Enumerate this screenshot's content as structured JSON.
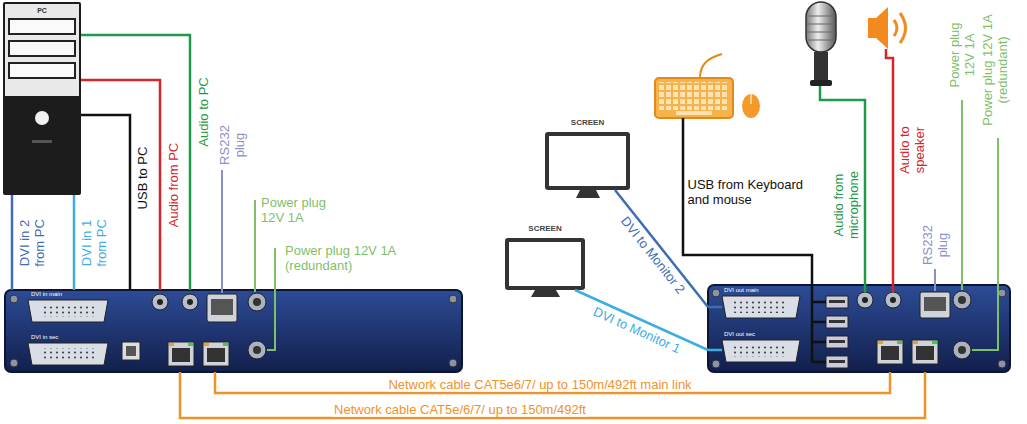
{
  "diagram": {
    "nodes": [
      {
        "text": [
          "PC"
        ]
      },
      {
        "text": [
          "SCREEN"
        ]
      },
      {
        "text": [
          "SCREEN"
        ]
      },
      {
        "text": [
          "DVI in main",
          "DVI in sec"
        ]
      },
      {
        "text": [
          "DVI out main",
          "DVI out sec"
        ]
      }
    ],
    "edges": [
      {
        "from": 0,
        "to": 3,
        "arrow": "none",
        "label": "DVI in 2 from PC"
      },
      {
        "from": 0,
        "to": 3,
        "arrow": "none",
        "label": "DVI in 1 from PC"
      },
      {
        "from": 0,
        "to": 3,
        "arrow": "none",
        "label": "USB to PC"
      },
      {
        "from": 0,
        "to": 3,
        "arrow": "none",
        "label": "Audio from PC"
      },
      {
        "from": 0,
        "to": 3,
        "arrow": "none",
        "label": "Audio to PC"
      },
      {
        "from": 4,
        "to": 1,
        "arrow": "none",
        "label": "DVI to Monitor 2"
      },
      {
        "from": 4,
        "to": 2,
        "arrow": "none",
        "label": "DVI to Monitor 1"
      },
      {
        "from": 3,
        "to": 4,
        "arrow": "none",
        "label": "Network cable CAT5e6/7/ up to 150m/492ft main link"
      },
      {
        "from": 3,
        "to": 4,
        "arrow": "none",
        "label": "Network cable CAT5e/6/7/ up to 150m/492ft"
      }
    ],
    "labels": [
      "RS232 plug",
      "Power plug 12V 1A",
      "Power plug 12V 1A (redundant)",
      "USB from Keyboard and mouse",
      "Audio from microphone",
      "Audio to speaker",
      "RS232 plug",
      "Power plug 12V 1A",
      "Power plug 12V 1A (redundant)"
    ]
  }
}
